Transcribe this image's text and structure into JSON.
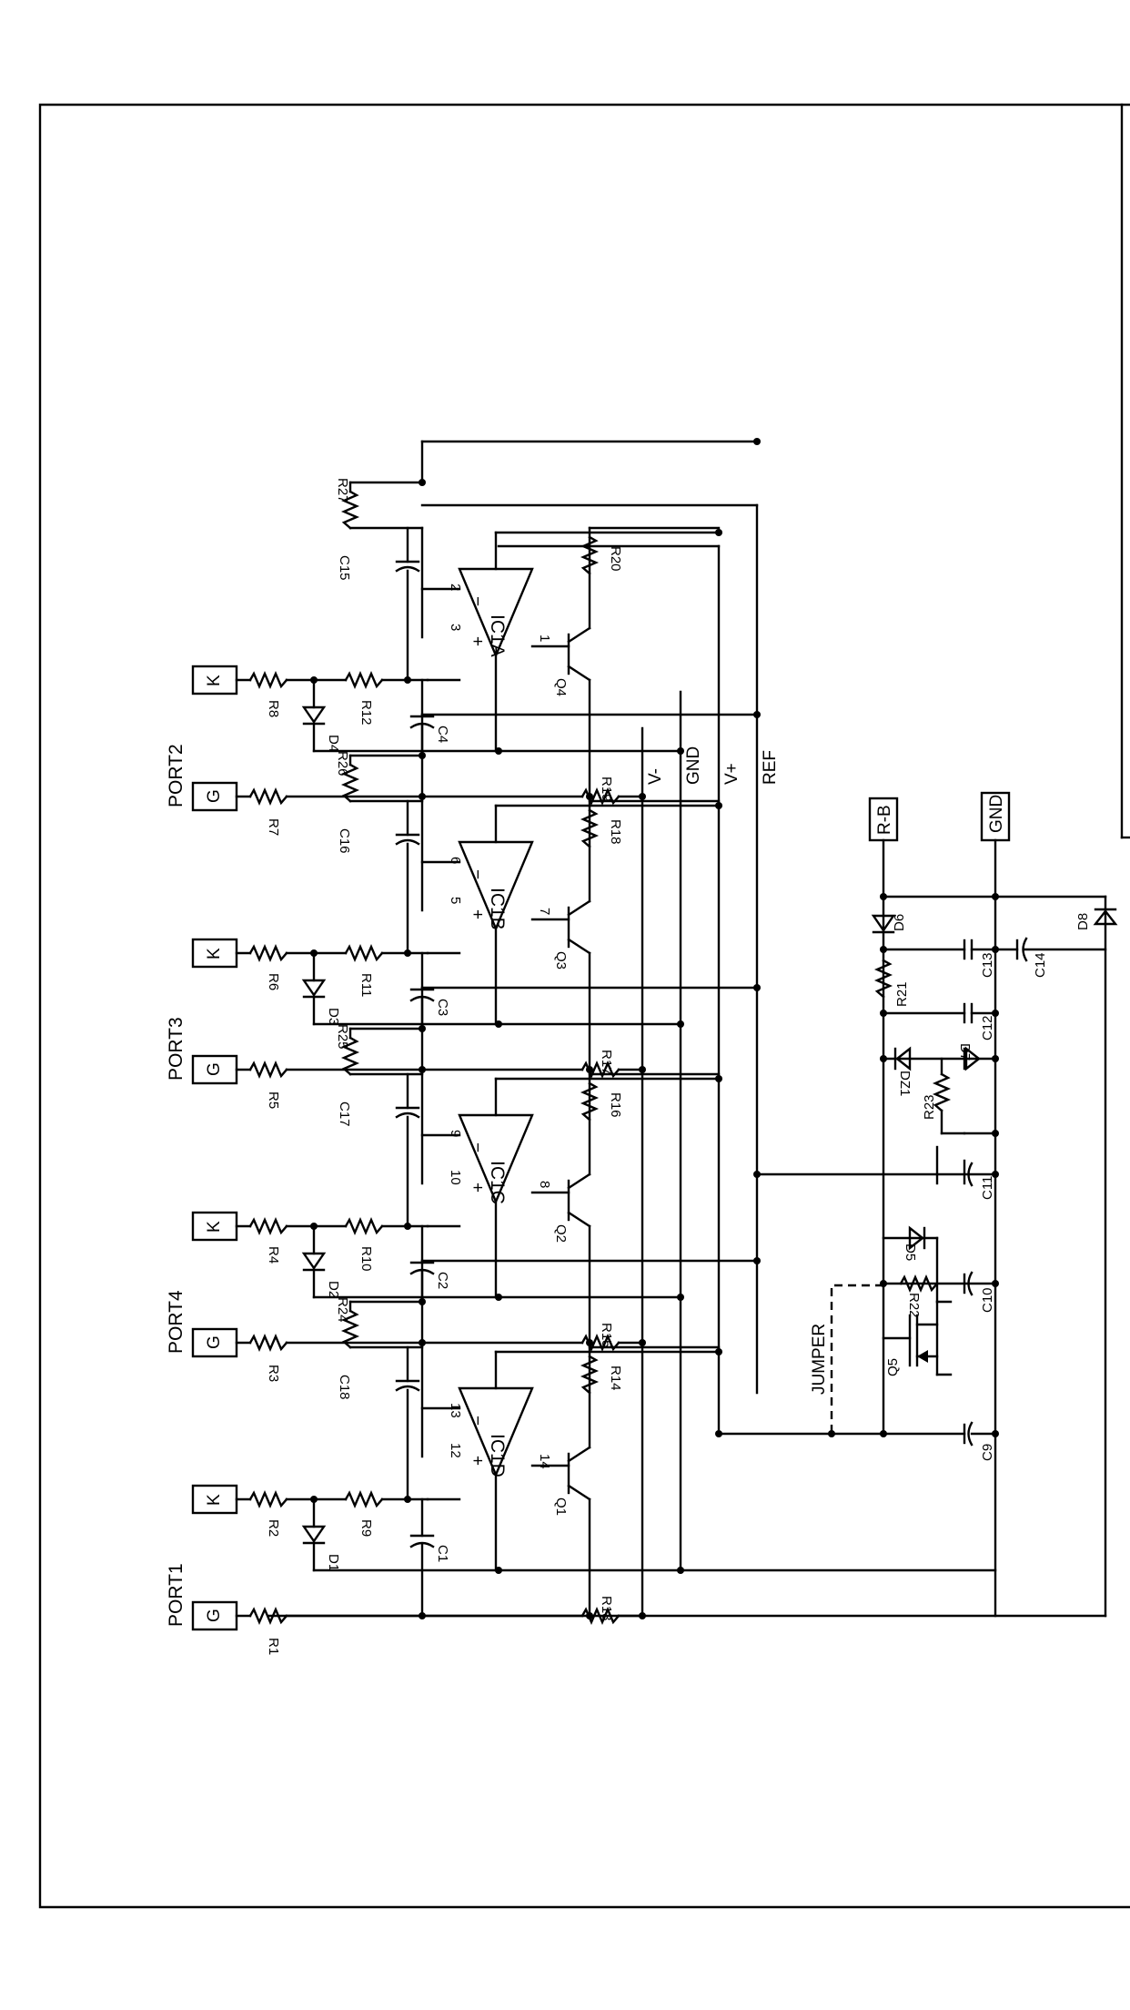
{
  "ports": [
    {
      "name": "PORT1",
      "g_label": "G",
      "k_label": "K",
      "r_g": "R1",
      "r_k": "R2",
      "r_in": "R9",
      "r_fb": "R24",
      "r_e": "R14",
      "r_b": "R13",
      "cap_fb": "C18",
      "cap_in": "C1",
      "diode": "D1",
      "transistor": "Q1",
      "opamp": "IC1D",
      "pin_minus": "13",
      "pin_plus": "12",
      "pin_out": "14"
    },
    {
      "name": "PORT4",
      "g_label": "G",
      "k_label": "K",
      "r_g": "R3",
      "r_k": "R4",
      "r_in": "R10",
      "r_fb": "R25",
      "r_e": "R16",
      "r_b": "R15",
      "cap_fb": "C17",
      "cap_in": "C2",
      "diode": "D2",
      "transistor": "Q2",
      "opamp": "IC1C",
      "pin_minus": "9",
      "pin_plus": "10",
      "pin_out": "8"
    },
    {
      "name": "PORT3",
      "g_label": "G",
      "k_label": "K",
      "r_g": "R5",
      "r_k": "R6",
      "r_in": "R11",
      "r_fb": "R26",
      "r_e": "R18",
      "r_b": "R17",
      "cap_fb": "C16",
      "cap_in": "C3",
      "diode": "D3",
      "transistor": "Q3",
      "opamp": "IC1B",
      "pin_minus": "6",
      "pin_plus": "5",
      "pin_out": "7"
    },
    {
      "name": "PORT2",
      "g_label": "G",
      "k_label": "K",
      "r_g": "R7",
      "r_k": "R8",
      "r_in": "R12",
      "r_fb": "R27",
      "r_e": "R20",
      "r_b": "R19",
      "cap_fb": "C15",
      "cap_in": "C4",
      "diode": "D4",
      "transistor": "Q4",
      "opamp": "IC1A",
      "pin_minus": "2",
      "pin_plus": "3",
      "pin_out": "1"
    }
  ],
  "rails": {
    "vminus": "V-",
    "gnd": "GND",
    "vplus": "V+",
    "ref": "REF"
  },
  "power": {
    "rb_label": "R-B",
    "gnd_label": "GND",
    "jumper": "JUMPER",
    "q5": "Q5",
    "r21": "R21",
    "r22": "R22",
    "r23": "R23",
    "d5": "D5",
    "d6": "D6",
    "d7": "D7",
    "d8": "D8",
    "dz1": "DZ1",
    "c9": "C9",
    "c10": "C10",
    "c11": "C11",
    "c12": "C12",
    "c13": "C13",
    "c14": "C14"
  }
}
